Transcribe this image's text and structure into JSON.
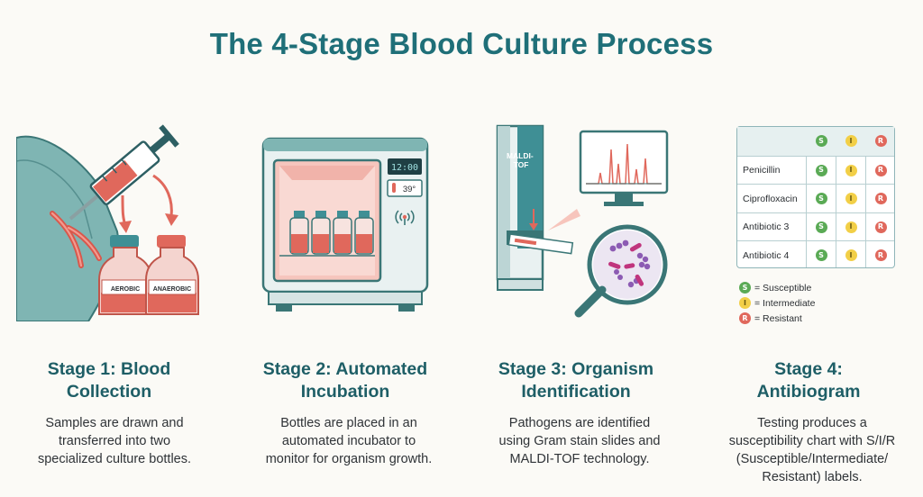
{
  "title": "The 4-Stage Blood Culture Process",
  "stages": [
    {
      "title": "Stage 1: Blood Collection",
      "title_lines": [
        "Stage 1: Blood",
        "Collection"
      ],
      "description_lines": [
        "Samples are drawn and",
        "transferred into two",
        "specialized culture bottles."
      ],
      "bottle_labels": [
        "AEROBIC",
        "ANAEROBIC"
      ]
    },
    {
      "title_lines": [
        "Stage 2: Automated",
        "Incubation"
      ],
      "description_lines": [
        "Bottles are placed in an",
        "automated incubator to",
        "monitor for organism growth."
      ],
      "incubator_time": "12:00",
      "incubator_temp": "39°"
    },
    {
      "title_lines": [
        "Stage 3: Organism",
        "Identification"
      ],
      "description_lines": [
        "Pathogens are identified",
        "using Gram stain slides and",
        "MALDI-TOF technology."
      ],
      "instrument_label_lines": [
        "MALDI-",
        "TOF"
      ]
    },
    {
      "title_lines": [
        "Stage 4:",
        "Antibiogram"
      ],
      "description_lines": [
        "Testing produces a",
        "susceptibility chart with S/I/R",
        "(Susceptible/Intermediate/",
        "Resistant) labels."
      ]
    }
  ],
  "antibiogram": {
    "header_badges": [
      "S",
      "I",
      "R"
    ],
    "rows": [
      {
        "drug": "Penicillin",
        "badges": [
          "S",
          "I",
          "R"
        ]
      },
      {
        "drug": "Ciprofloxacin",
        "badges": [
          "S",
          "I",
          "R"
        ]
      },
      {
        "drug": "Antibiotic 3",
        "badges": [
          "S",
          "I",
          "R"
        ]
      },
      {
        "drug": "Antibiotic 4",
        "badges": [
          "S",
          "I",
          "R"
        ]
      }
    ],
    "legend": [
      {
        "badge": "S",
        "label": "= Susceptible"
      },
      {
        "badge": "I",
        "label": "= Intermediate"
      },
      {
        "badge": "R",
        "label": "= Resistant"
      }
    ]
  },
  "colors": {
    "title": "#1f6f78",
    "teal": "#3f8f95",
    "blood": "#e0685c",
    "susceptible": "#5aaa55",
    "intermediate": "#f2cf47",
    "resistant": "#e0685c"
  }
}
